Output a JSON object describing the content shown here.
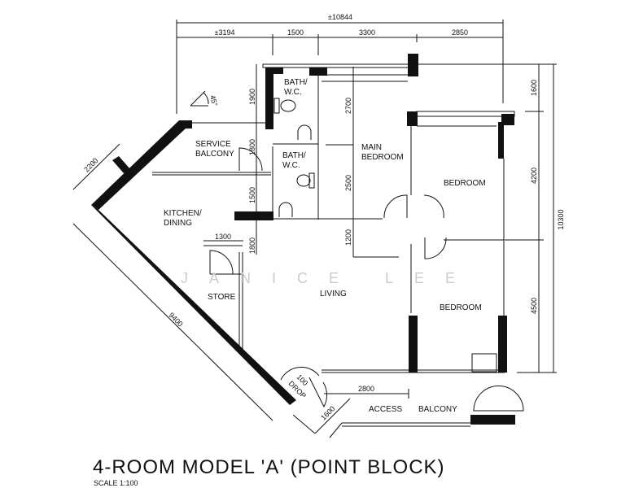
{
  "title": "4-ROOM MODEL 'A' (POINT BLOCK)",
  "scale": "SCALE 1:100",
  "watermark": "JANICE LEE",
  "orientation_label": "45°",
  "rooms": {
    "bath1": [
      "BATH/",
      "W.C."
    ],
    "bath2": [
      "BATH/",
      "W.C."
    ],
    "main_bedroom": [
      "MAIN",
      "BEDROOM"
    ],
    "bedroom1": "BEDROOM",
    "bedroom2": "BEDROOM",
    "service_balcony": [
      "SERVICE",
      "BALCONY"
    ],
    "kitchen": [
      "KITCHEN/",
      "DINING"
    ],
    "store": "STORE",
    "living": "LIVING",
    "access_balcony": [
      "ACCESS",
      "BALCONY"
    ],
    "drop": [
      "100",
      "DROP"
    ]
  },
  "dimensions": {
    "overall_width": "±10844",
    "top": [
      "±3194",
      "1500",
      "3300",
      "2850"
    ],
    "right": [
      "1600",
      "4200",
      "4500"
    ],
    "overall_depth": "10300",
    "bath_left": [
      "1900",
      "1800",
      "1500",
      "1800"
    ],
    "main_bedroom": [
      "2700",
      "2500",
      "1200"
    ],
    "store_width": "1300",
    "service_balcony_diag": "2200",
    "kitchen_diag": "9400",
    "entry_diag": "1600",
    "access_balcony": "2800"
  }
}
